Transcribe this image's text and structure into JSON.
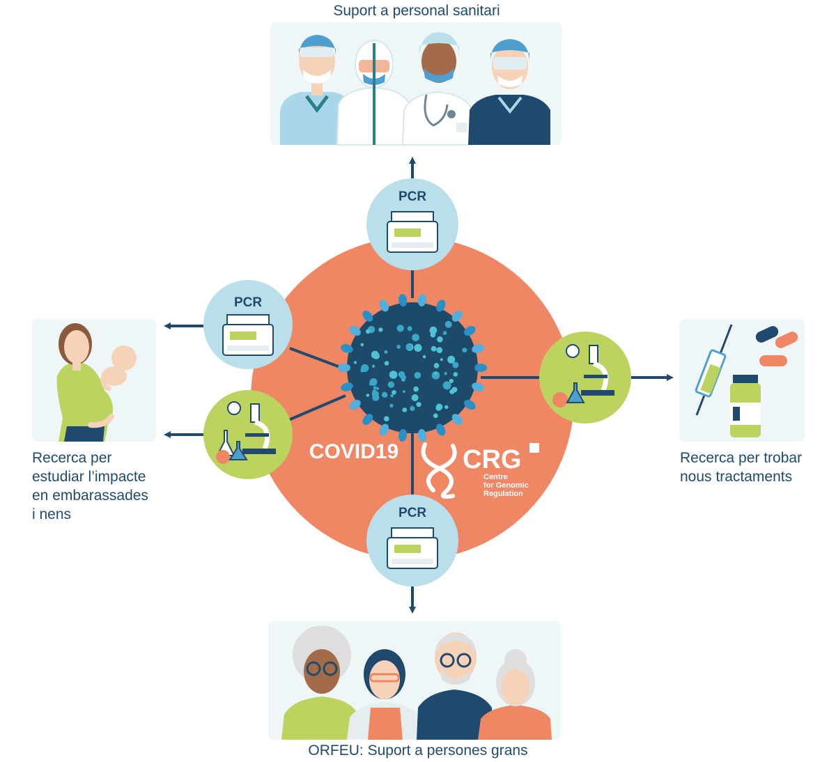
{
  "captions": {
    "top": "Suport a personal sanitari",
    "bottom": "ORFEU: Suport a persones grans",
    "left": [
      "Recerca per",
      "estudiar l’impacte",
      "en embarassades",
      "i nens"
    ],
    "right": [
      "Recerca per trobar",
      "nous tractaments"
    ]
  },
  "center": {
    "label": "COVID19",
    "logo": {
      "letters": "CRG",
      "line1": "Centre",
      "line2": "for Genomic",
      "line3": "Regulation"
    }
  },
  "pcr_label": "PCR",
  "colors": {
    "main_circle": "#ef8664",
    "navy": "#1f4a6e",
    "light_blue": "#b9dfea",
    "green": "#bcd35f",
    "panel_bg": "#eef6f8"
  },
  "icons": {
    "pcr": "pcr-machine-icon",
    "lab": "lab-microscope-icon",
    "virus": "coronavirus-icon",
    "arrow": "arrow-icon"
  }
}
